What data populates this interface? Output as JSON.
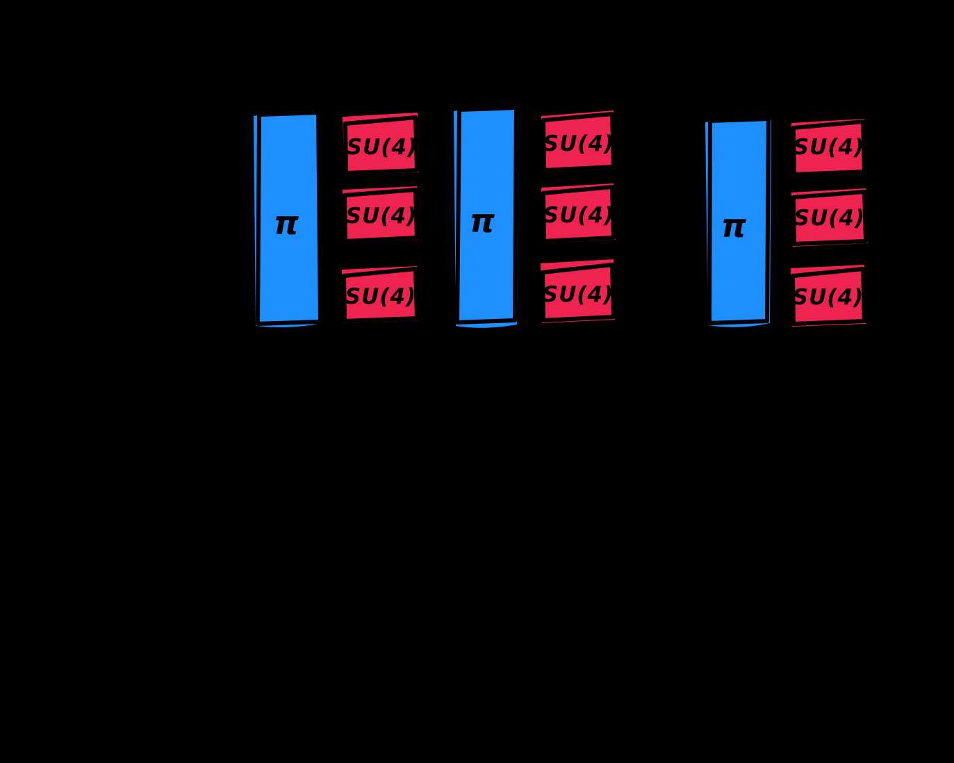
{
  "diagram": {
    "background_color": "#000000",
    "ink_color": "#000000",
    "pi_block_color": "#1E8FFF",
    "su4_block_color": "#EF2350"
  },
  "groups": [
    {
      "pi_label": "π",
      "su_labels": [
        "SU(4)",
        "SU(4)",
        "SU(4)"
      ]
    },
    {
      "pi_label": "π",
      "su_labels": [
        "SU(4)",
        "SU(4)",
        "SU(4)"
      ]
    },
    {
      "pi_label": "π",
      "su_labels": [
        "SU(4)",
        "SU(4)",
        "SU(4)"
      ]
    }
  ]
}
